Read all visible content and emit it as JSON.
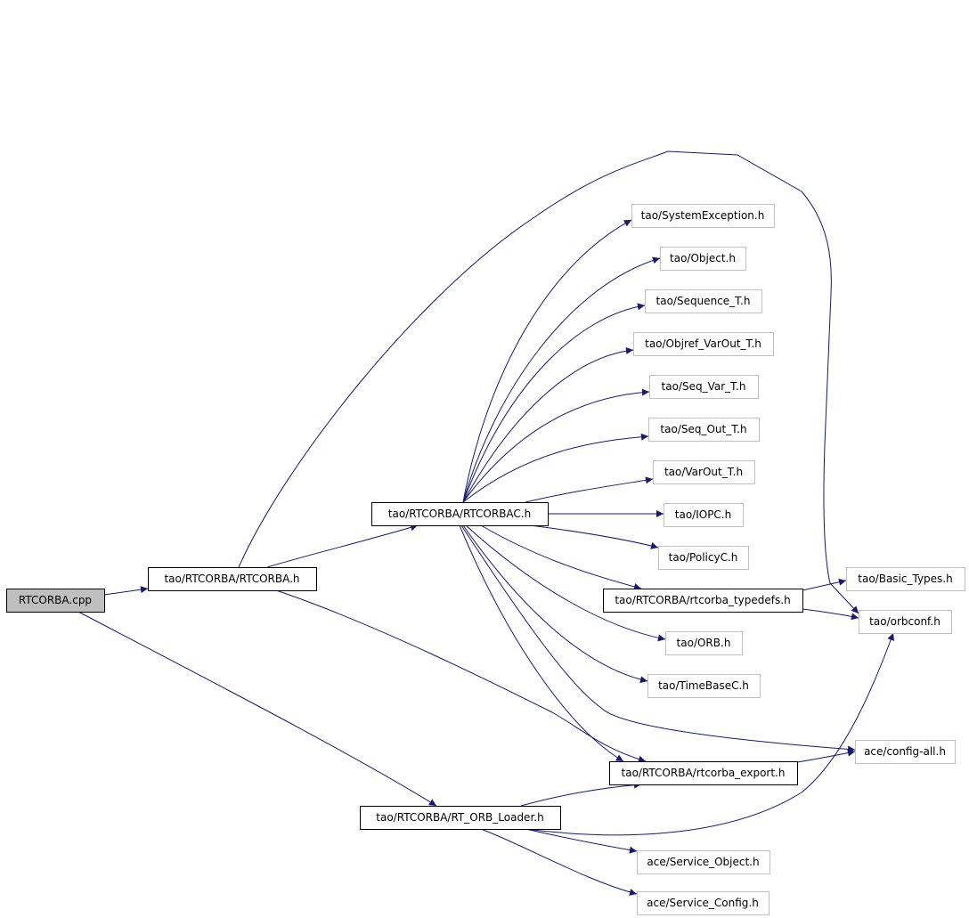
{
  "diagram": {
    "type": "include-dependency-graph",
    "colors": {
      "edge": "#191970",
      "root_fill": "#bfbfbf",
      "root_border": "#000000",
      "documented_border": "#000000",
      "external_border": "#c0c0c0",
      "text": "#000000"
    },
    "nodes": [
      {
        "id": "rtcorba_cpp",
        "label": "RTCORBA.cpp",
        "kind": "root"
      },
      {
        "id": "rtcorba_h",
        "label": "tao/RTCORBA/RTCORBA.h",
        "kind": "documented"
      },
      {
        "id": "rtcorbac_h",
        "label": "tao/RTCORBA/RTCORBAC.h",
        "kind": "documented"
      },
      {
        "id": "rt_orb_loader_h",
        "label": "tao/RTCORBA/RT_ORB_Loader.h",
        "kind": "documented"
      },
      {
        "id": "systemexception_h",
        "label": "tao/SystemException.h",
        "kind": "external"
      },
      {
        "id": "object_h",
        "label": "tao/Object.h",
        "kind": "external"
      },
      {
        "id": "sequence_t_h",
        "label": "tao/Sequence_T.h",
        "kind": "external"
      },
      {
        "id": "objref_varout_t_h",
        "label": "tao/Objref_VarOut_T.h",
        "kind": "external"
      },
      {
        "id": "seq_var_t_h",
        "label": "tao/Seq_Var_T.h",
        "kind": "external"
      },
      {
        "id": "seq_out_t_h",
        "label": "tao/Seq_Out_T.h",
        "kind": "external"
      },
      {
        "id": "varout_t_h",
        "label": "tao/VarOut_T.h",
        "kind": "external"
      },
      {
        "id": "iopc_h",
        "label": "tao/IOPC.h",
        "kind": "external"
      },
      {
        "id": "policyc_h",
        "label": "tao/PolicyC.h",
        "kind": "external"
      },
      {
        "id": "rtcorba_typedefs_h",
        "label": "tao/RTCORBA/rtcorba_typedefs.h",
        "kind": "documented"
      },
      {
        "id": "basic_types_h",
        "label": "tao/Basic_Types.h",
        "kind": "external"
      },
      {
        "id": "orbconf_h",
        "label": "tao/orbconf.h",
        "kind": "external"
      },
      {
        "id": "orb_h",
        "label": "tao/ORB.h",
        "kind": "external"
      },
      {
        "id": "timebasec_h",
        "label": "tao/TimeBaseC.h",
        "kind": "external"
      },
      {
        "id": "config_all_h",
        "label": "ace/config-all.h",
        "kind": "external"
      },
      {
        "id": "rtcorba_export_h",
        "label": "tao/RTCORBA/rtcorba_export.h",
        "kind": "documented"
      },
      {
        "id": "service_object_h",
        "label": "ace/Service_Object.h",
        "kind": "external"
      },
      {
        "id": "service_config_h",
        "label": "ace/Service_Config.h",
        "kind": "external"
      }
    ],
    "edges": [
      {
        "from": "rtcorba_cpp",
        "to": "rtcorba_h"
      },
      {
        "from": "rtcorba_cpp",
        "to": "rt_orb_loader_h"
      },
      {
        "from": "rtcorba_h",
        "to": "rtcorbac_h"
      },
      {
        "from": "rtcorba_h",
        "to": "orbconf_h"
      },
      {
        "from": "rtcorba_h",
        "to": "rtcorba_export_h"
      },
      {
        "from": "rtcorbac_h",
        "to": "systemexception_h"
      },
      {
        "from": "rtcorbac_h",
        "to": "object_h"
      },
      {
        "from": "rtcorbac_h",
        "to": "sequence_t_h"
      },
      {
        "from": "rtcorbac_h",
        "to": "objref_varout_t_h"
      },
      {
        "from": "rtcorbac_h",
        "to": "seq_var_t_h"
      },
      {
        "from": "rtcorbac_h",
        "to": "seq_out_t_h"
      },
      {
        "from": "rtcorbac_h",
        "to": "varout_t_h"
      },
      {
        "from": "rtcorbac_h",
        "to": "iopc_h"
      },
      {
        "from": "rtcorbac_h",
        "to": "policyc_h"
      },
      {
        "from": "rtcorbac_h",
        "to": "rtcorba_typedefs_h"
      },
      {
        "from": "rtcorbac_h",
        "to": "orb_h"
      },
      {
        "from": "rtcorbac_h",
        "to": "timebasec_h"
      },
      {
        "from": "rtcorbac_h",
        "to": "config_all_h"
      },
      {
        "from": "rtcorbac_h",
        "to": "rtcorba_export_h"
      },
      {
        "from": "rtcorba_typedefs_h",
        "to": "basic_types_h"
      },
      {
        "from": "rtcorba_typedefs_h",
        "to": "orbconf_h"
      },
      {
        "from": "rtcorba_export_h",
        "to": "config_all_h"
      },
      {
        "from": "rt_orb_loader_h",
        "to": "rtcorba_export_h"
      },
      {
        "from": "rt_orb_loader_h",
        "to": "orbconf_h"
      },
      {
        "from": "rt_orb_loader_h",
        "to": "service_object_h"
      },
      {
        "from": "rt_orb_loader_h",
        "to": "service_config_h"
      }
    ]
  }
}
